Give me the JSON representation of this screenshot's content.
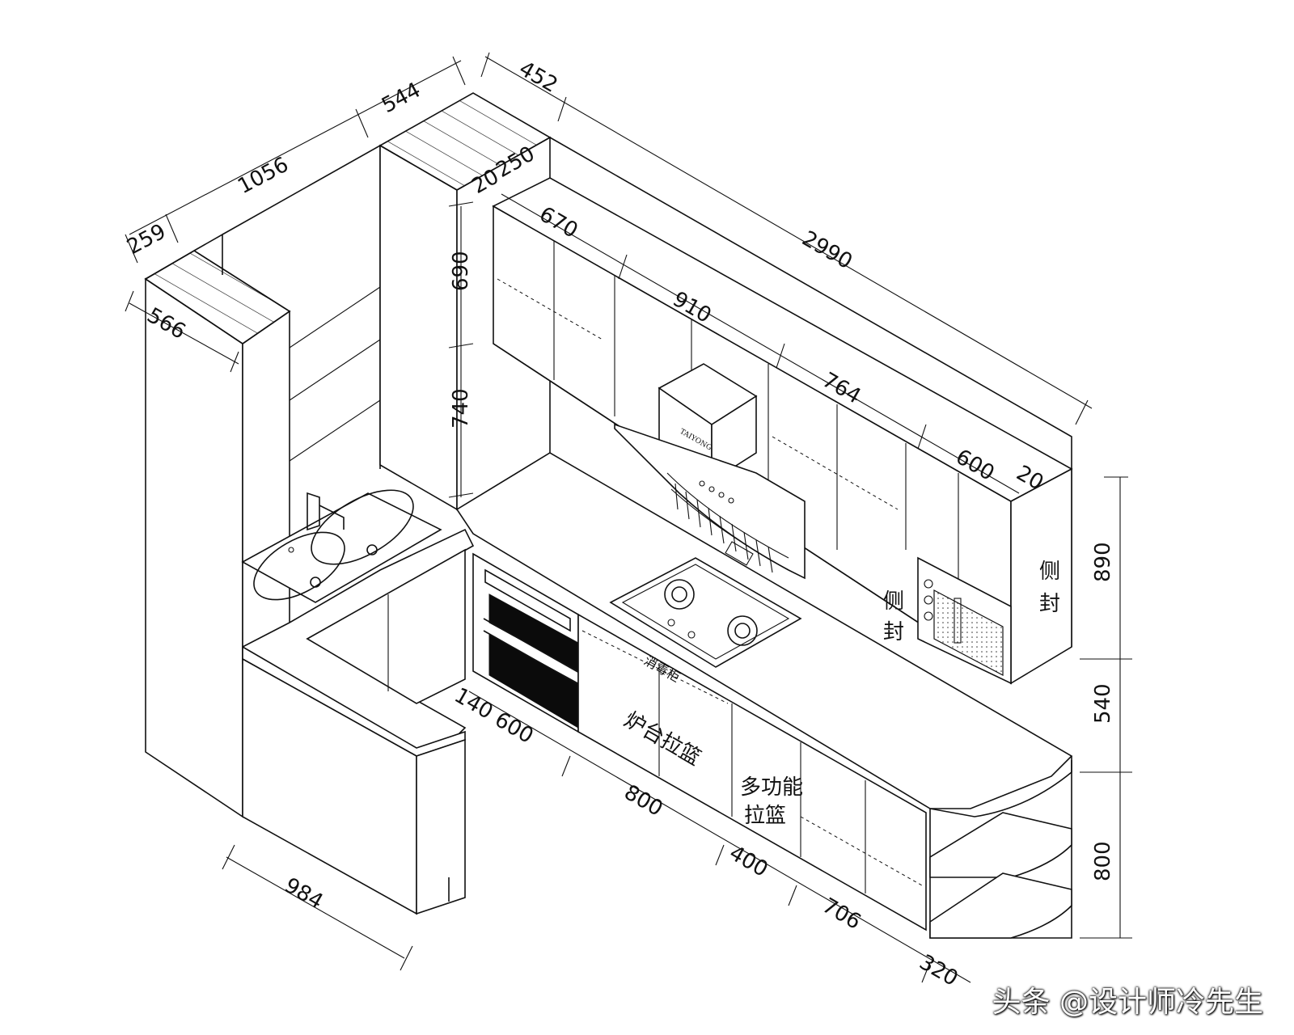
{
  "dimensions": {
    "top_259": "259",
    "top_1056": "1056",
    "top_544": "544",
    "top_452": "452",
    "top_250": "250",
    "top_20_left": "20",
    "left_566": "566",
    "upper_670": "670",
    "upper_910": "910",
    "upper_764": "764",
    "upper_600": "600",
    "upper_20_right": "20",
    "overall_2990": "2990",
    "vert_690": "690",
    "vert_740": "740",
    "right_890": "890",
    "right_540": "540",
    "right_800": "800",
    "base_140": "140",
    "base_600": "600",
    "base_800": "800",
    "base_400": "400",
    "base_706": "706",
    "base_320": "320",
    "front_984": "984"
  },
  "labels": {
    "side_seal_right_1": "侧",
    "side_seal_right_2": "封",
    "side_seal_left_1": "侧",
    "side_seal_left_2": "封",
    "stove_basket": "炉台拉篮",
    "multi_basket_1": "多功能",
    "multi_basket_2": "拉篮",
    "small_tag": "消毒柜",
    "hood_brand": "TAIYONG"
  },
  "watermark": "头条 @设计师冷先生"
}
